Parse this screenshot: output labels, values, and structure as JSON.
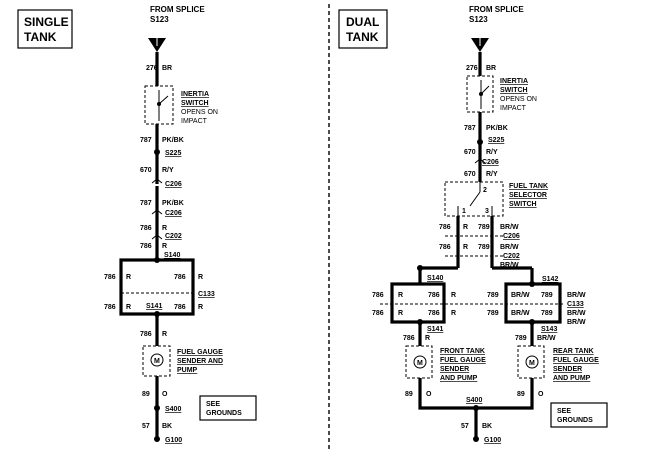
{
  "single": {
    "title_line1": "SINGLE",
    "title_line2": "TANK",
    "from_line1": "FROM SPLICE",
    "from_line2": "S123",
    "w276": "276",
    "br": "BR",
    "inertia_l1": "INERTIA",
    "inertia_l2": "SWITCH",
    "inertia_l3": "OPENS ON",
    "inertia_l4": "IMPACT",
    "w787a": "787",
    "pkbk_a": "PK/BK",
    "s225": "S225",
    "w670": "670",
    "ry": "R/Y",
    "c206a": "C206",
    "w787b": "787",
    "pkbk_b": "PK/BK",
    "c206b": "C206",
    "w786a": "786",
    "r_a": "R",
    "c202": "C202",
    "w786b": "786",
    "r_b": "R",
    "s140": "S140",
    "w786c": "786",
    "r_c": "R",
    "w786d": "786",
    "r_d": "R",
    "c133": "C133",
    "w786e": "786",
    "r_e": "R",
    "s141": "S141",
    "w786f": "786",
    "r_f": "R",
    "w786g": "786",
    "r_g": "R",
    "fg_l1": "FUEL GAUGE",
    "fg_l2": "SENDER AND",
    "fg_l3": "PUMP",
    "motor": "M",
    "w89": "89",
    "o": "O",
    "s400": "S400",
    "w57": "57",
    "bk": "BK",
    "g100": "G100",
    "see_l1": "SEE",
    "see_l2": "GROUNDS"
  },
  "dual": {
    "title_line1": "DUAL",
    "title_line2": "TANK",
    "from_line1": "FROM SPLICE",
    "from_line2": "S123",
    "w276": "276",
    "br": "BR",
    "inertia_l1": "INERTIA",
    "inertia_l2": "SWITCH",
    "inertia_l3": "OPENS ON",
    "inertia_l4": "IMPACT",
    "w787": "787",
    "pkbk": "PK/BK",
    "s225": "S225",
    "w670a": "670",
    "ry_a": "R/Y",
    "c206a": "C206",
    "w670b": "670",
    "ry_b": "R/Y",
    "sel_l1": "FUEL TANK",
    "sel_l2": "SELECTOR",
    "sel_l3": "SWITCH",
    "n2": "2",
    "n1": "1",
    "n3": "3",
    "w786a": "786",
    "r_a": "R",
    "w789a": "789",
    "brw_a": "BR/W",
    "c206b": "C206",
    "w786b": "786",
    "r_b": "R",
    "w789b": "789",
    "brw_b": "BR/W",
    "c202": "C202",
    "brw_c": "BR/W",
    "s140": "S140",
    "s142": "S142",
    "l786a": "786",
    "l786b": "786",
    "lr_a": "R",
    "lr_b": "R",
    "r789a": "789",
    "r789b": "789",
    "rbrw_a": "BR/W",
    "rbrw_b": "BR/W",
    "c133": "C133",
    "l786c": "786",
    "l786d": "786",
    "lr_c": "R",
    "lr_d": "R",
    "r789c": "789",
    "r789d": "789",
    "rbrw_c": "BR/W",
    "rbrw_d": "BR/W",
    "brw_e": "BR/W",
    "s141": "S141",
    "s143": "S143",
    "w786x": "786",
    "r_x": "R",
    "w789x": "789",
    "brw_x": "BR/W",
    "ft_l1": "FRONT TANK",
    "ft_l2": "FUEL GAUGE",
    "ft_l3": "SENDER",
    "ft_l4": "AND PUMP",
    "rt_l1": "REAR TANK",
    "rt_l2": "FUEL GAUGE",
    "rt_l3": "SENDER",
    "rt_l4": "AND PUMP",
    "motor_a": "M",
    "motor_b": "M",
    "w89a": "89",
    "o_a": "O",
    "w89b": "89",
    "o_b": "O",
    "s400": "S400",
    "w57": "57",
    "bk": "BK",
    "g100": "G100",
    "see_l1": "SEE",
    "see_l2": "GROUNDS"
  }
}
